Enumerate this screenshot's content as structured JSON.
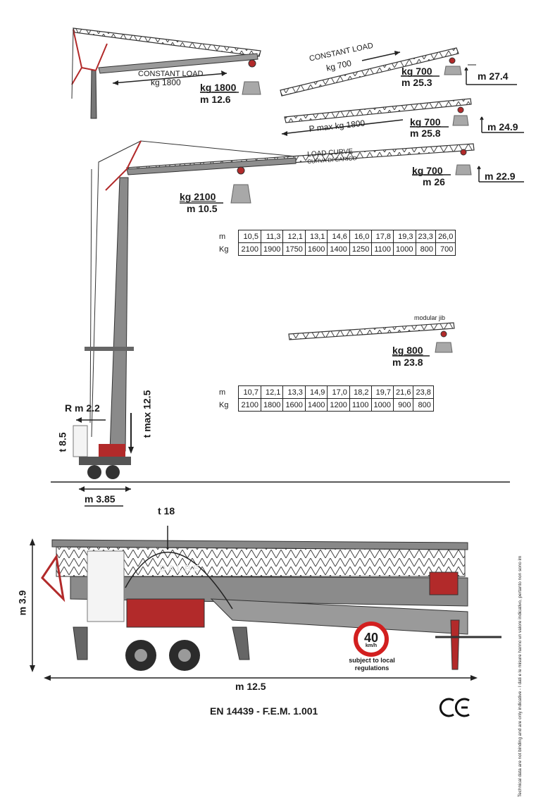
{
  "top_left": {
    "constant_label": "CONSTANT LOAD",
    "constant_value": "kg 1800",
    "load": "kg 1800",
    "radius": "m 12.6"
  },
  "config_1": {
    "constant_label": "CONSTANT LOAD",
    "constant_value": "kg 700",
    "load": "kg 700",
    "radius": "m 25.3",
    "height": "m 27.4"
  },
  "config_2": {
    "pmax_label": "P max kg 1800",
    "load": "kg 700",
    "radius": "m 25.8",
    "height": "m 24.9"
  },
  "config_3": {
    "curve_label": "LOAD CURVE",
    "curve_label_it": "CURVA DI CARICO",
    "load_tip": "kg 700",
    "radius_tip": "m 26",
    "height_tip": "m 22.9",
    "load_main": "kg 2100",
    "radius_main": "m 10.5"
  },
  "table_1": {
    "row_m_label": "m",
    "row_kg_label": "Kg",
    "m": [
      "10,5",
      "11,3",
      "12,1",
      "13,1",
      "14,6",
      "16,0",
      "17,8",
      "19,3",
      "23,3",
      "26,0"
    ],
    "kg": [
      "2100",
      "1900",
      "1750",
      "1600",
      "1400",
      "1250",
      "1100",
      "1000",
      "800",
      "700"
    ]
  },
  "modular": {
    "label": "modular jib",
    "load": "kg 800",
    "radius": "m 23.8"
  },
  "table_2": {
    "row_m_label": "m",
    "row_kg_label": "Kg",
    "m": [
      "10,7",
      "12,1",
      "13,3",
      "14,9",
      "17,0",
      "18,2",
      "19,7",
      "21,6",
      "23,8"
    ],
    "kg": [
      "2100",
      "1800",
      "1600",
      "1400",
      "1200",
      "1100",
      "1000",
      "900",
      "800"
    ]
  },
  "dims": {
    "r": "R m 2.2",
    "t_max": "t max 12.5",
    "t_ballast": "t 8.5",
    "base": "m 3.85",
    "t_transport": "t 18",
    "height": "m 3.9",
    "length": "m 12.5"
  },
  "truck": {
    "brand": "DALBE"
  },
  "speed_sign": {
    "number": "40",
    "unit": "km/h",
    "note_1": "subject to local",
    "note_2": "regulations"
  },
  "footer": {
    "standard": "EN 14439 - F.E.M. 1.001",
    "ce": "CE"
  },
  "side_note": "Technical data are not binding and are only indicative - I dati e le misure hanno un valore indicativo, pertanto non sono im"
}
